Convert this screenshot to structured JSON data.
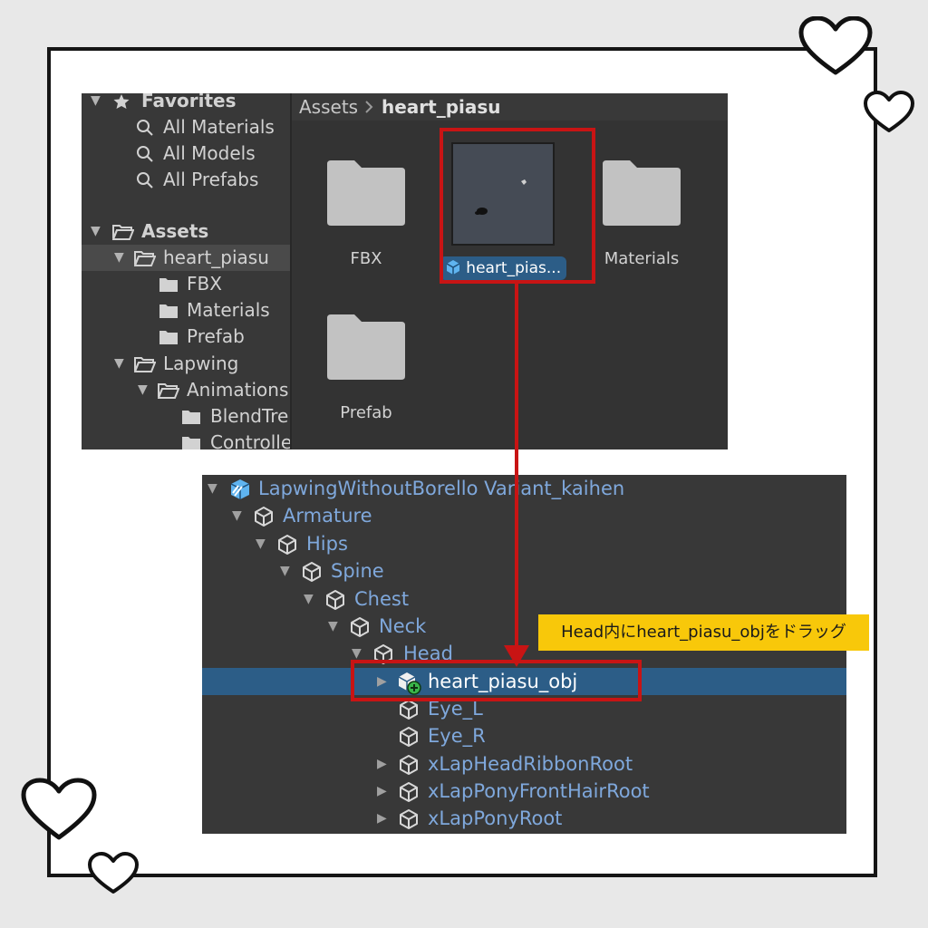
{
  "project": {
    "tree": {
      "items": [
        {
          "label": "Favorites",
          "icon": "star-icon",
          "bold": true,
          "expanded": true
        },
        {
          "label": "All Materials",
          "icon": "search-icon"
        },
        {
          "label": "All Models",
          "icon": "search-icon"
        },
        {
          "label": "All Prefabs",
          "icon": "search-icon"
        },
        {
          "label": "Assets",
          "icon": "folder-open-icon",
          "bold": true,
          "expanded": true
        },
        {
          "label": "heart_piasu",
          "icon": "folder-open-icon",
          "selected": true,
          "expanded": true
        },
        {
          "label": "FBX",
          "icon": "folder-icon"
        },
        {
          "label": "Materials",
          "icon": "folder-icon"
        },
        {
          "label": "Prefab",
          "icon": "folder-icon"
        },
        {
          "label": "Lapwing",
          "icon": "folder-open-icon",
          "expanded": true
        },
        {
          "label": "Animations",
          "icon": "folder-open-icon",
          "expanded": true
        },
        {
          "label": "BlendTre",
          "icon": "folder-icon"
        },
        {
          "label": "Controlle",
          "icon": "folder-icon"
        }
      ]
    },
    "breadcrumb": {
      "root": "Assets",
      "current": "heart_piasu"
    },
    "grid": [
      {
        "label": "FBX",
        "type": "folder"
      },
      {
        "label": "heart_pias...",
        "type": "prefab",
        "selected": true
      },
      {
        "label": "Materials",
        "type": "folder"
      },
      {
        "label": "Prefab",
        "type": "folder"
      }
    ]
  },
  "hierarchy": {
    "items": [
      {
        "label": "LapwingWithoutBorello Variant_kaihen",
        "icon": "prefab-variant-icon",
        "expanded": true
      },
      {
        "label": "Armature",
        "icon": "gameobject-icon",
        "expanded": true
      },
      {
        "label": "Hips",
        "icon": "gameobject-icon",
        "expanded": true
      },
      {
        "label": "Spine",
        "icon": "gameobject-icon",
        "expanded": true
      },
      {
        "label": "Chest",
        "icon": "gameobject-icon",
        "expanded": true
      },
      {
        "label": "Neck",
        "icon": "gameobject-icon",
        "expanded": true
      },
      {
        "label": "Head",
        "icon": "gameobject-icon",
        "expanded": true
      },
      {
        "label": "heart_piasu_obj",
        "icon": "prefab-add-icon",
        "selected": true,
        "collapsed": true
      },
      {
        "label": "Eye_L",
        "icon": "gameobject-icon"
      },
      {
        "label": "Eye_R",
        "icon": "gameobject-icon"
      },
      {
        "label": "xLapHeadRibbonRoot",
        "icon": "gameobject-icon",
        "collapsed": true
      },
      {
        "label": "xLapPonyFrontHairRoot",
        "icon": "gameobject-icon",
        "collapsed": true
      },
      {
        "label": "xLapPonyRoot",
        "icon": "gameobject-icon",
        "collapsed": true
      }
    ]
  },
  "annotation": {
    "text": "Head内にheart_piasu_objをドラッグ"
  },
  "colors": {
    "accent_red": "#c81414",
    "selection_blue": "#2c5d87",
    "tooltip_yellow": "#f8c80a",
    "hierarchy_text": "#7fa8dc"
  }
}
